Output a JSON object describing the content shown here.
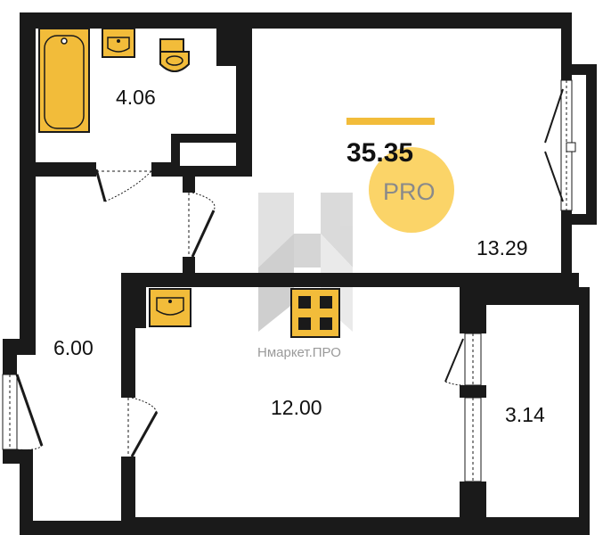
{
  "plan": {
    "total_area": "35.35",
    "badge_label": "PRO",
    "watermark": "Нмаркет.ПРО",
    "rooms": [
      {
        "id": "bathroom",
        "area": "4.06"
      },
      {
        "id": "living-room",
        "area": "13.29"
      },
      {
        "id": "hallway",
        "area": "6.00"
      },
      {
        "id": "kitchen",
        "area": "12.00"
      },
      {
        "id": "balcony",
        "area": "3.14"
      }
    ]
  },
  "colors": {
    "accent": "#f2bc3a",
    "badge": "#fbd468",
    "wall": "#1a1a1a",
    "watermark": "#9a9a9a"
  }
}
